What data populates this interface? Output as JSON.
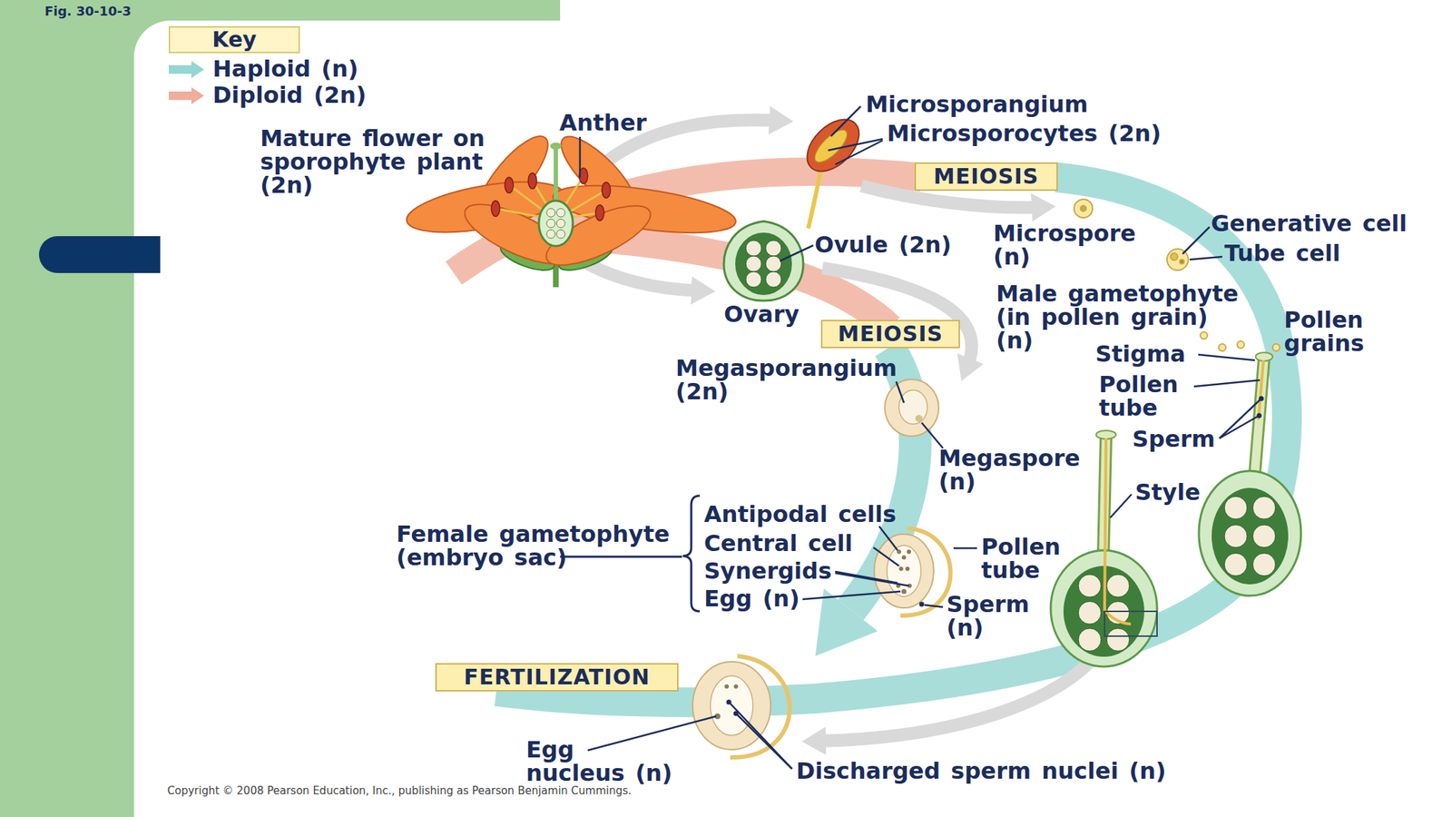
{
  "diagram": {
    "nodes": [
      {
        "text": [
          "Key"
        ]
      },
      {
        "text": [
          "MEIOSIS"
        ]
      },
      {
        "text": [
          "MEIOSIS"
        ]
      },
      {
        "text": [
          "FERTILIZATION"
        ]
      }
    ],
    "labels": [
      "Fig. 30-10-3",
      "Microsporangium",
      "Anther",
      "Microsporocytes (2n)",
      "Mature flower on sporophyte plant (2n)",
      "Generative cell",
      "Microspore (n)",
      "Ovule (2n)",
      "Tube cell",
      "Male gametophyte (in pollen grain) (n)",
      "Ovary",
      "Pollen grains",
      "Stigma",
      "Megasporangium (2n)",
      "Pollen tube",
      "Sperm",
      "Megaspore (n)",
      "Style",
      "Antipodal cells",
      "Female gametophyte (embryo sac)",
      "Central cell",
      "Pollen tube",
      "Synergids",
      "Egg (n)",
      "Sperm (n)",
      "Egg nucleus (n)",
      "Discharged sperm nuclei (n)",
      "Copyright © 2008 Pearson Education, Inc., publishing as Pearson Benjamin Cummings."
    ],
    "legend": [
      {
        "text": "Haploid (n)",
        "color": "#95d6d3"
      },
      {
        "text": "Diploid (2n)",
        "color": "#efae9c"
      }
    ]
  }
}
